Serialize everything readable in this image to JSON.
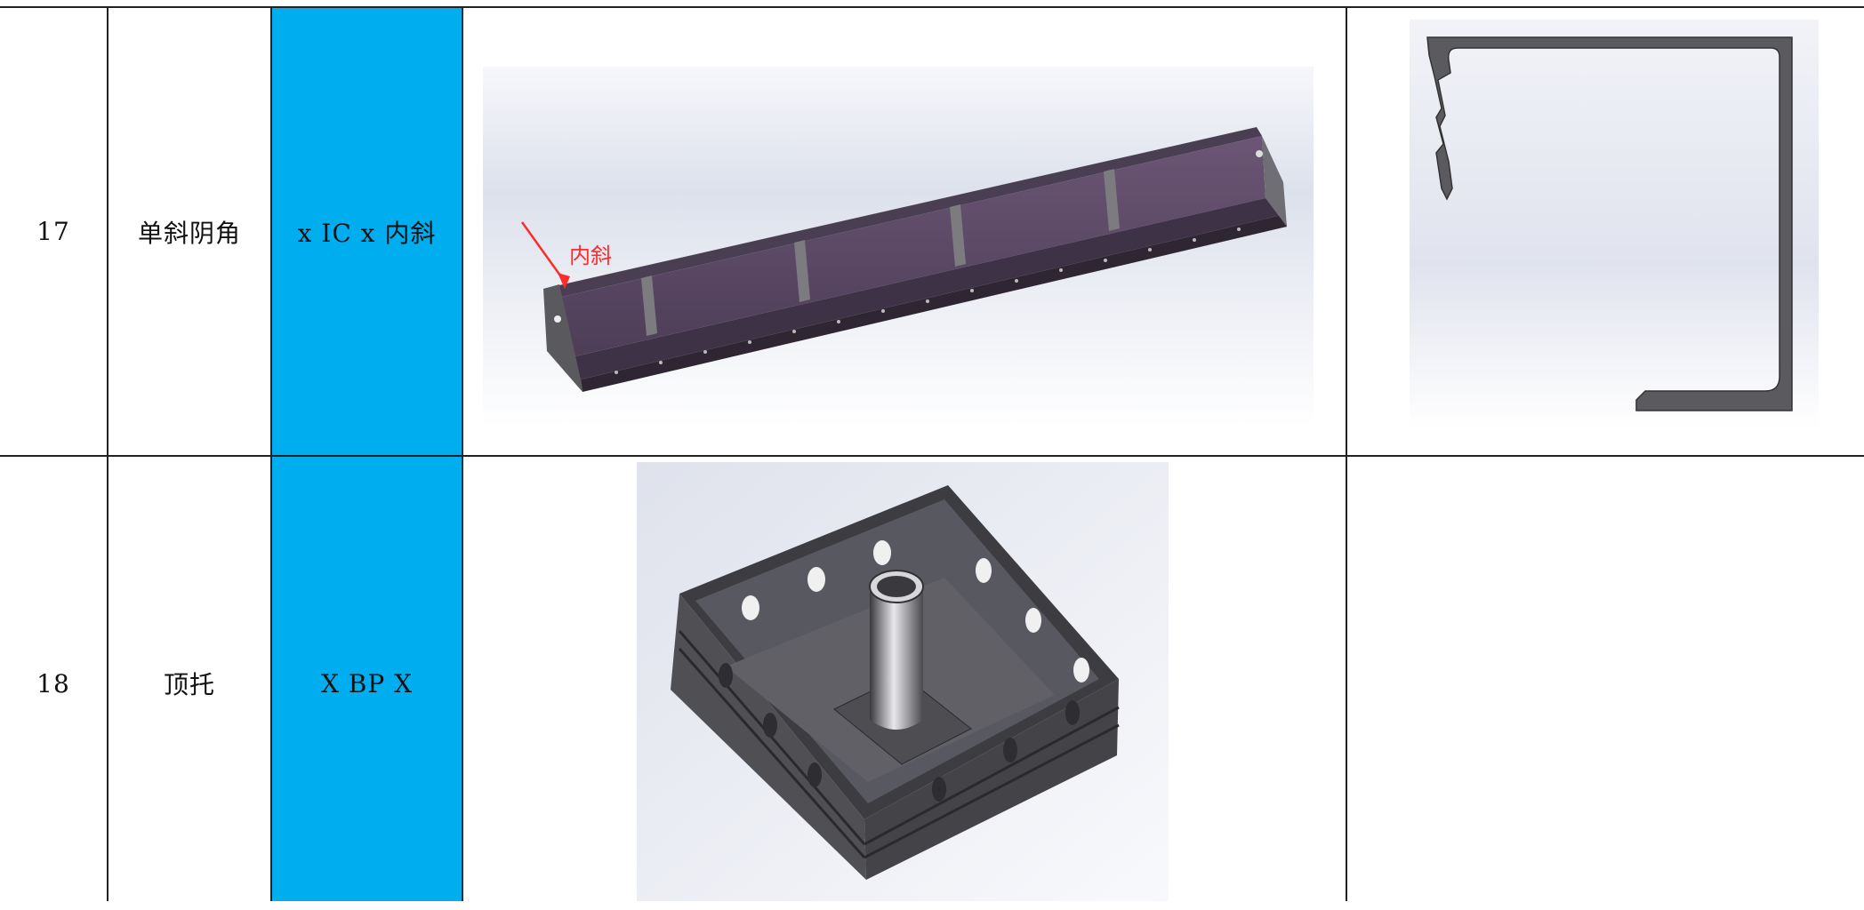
{
  "rows": [
    {
      "number": "17",
      "name": "单斜阴角",
      "code": "x IC x 内斜",
      "annotation": "内斜",
      "code_color": "#00aeef",
      "model_color": "#5e4a66"
    },
    {
      "number": "18",
      "name": "顶托",
      "code": "X BP X",
      "code_color": "#00aeef",
      "model_color": "#4a4a4a"
    }
  ]
}
